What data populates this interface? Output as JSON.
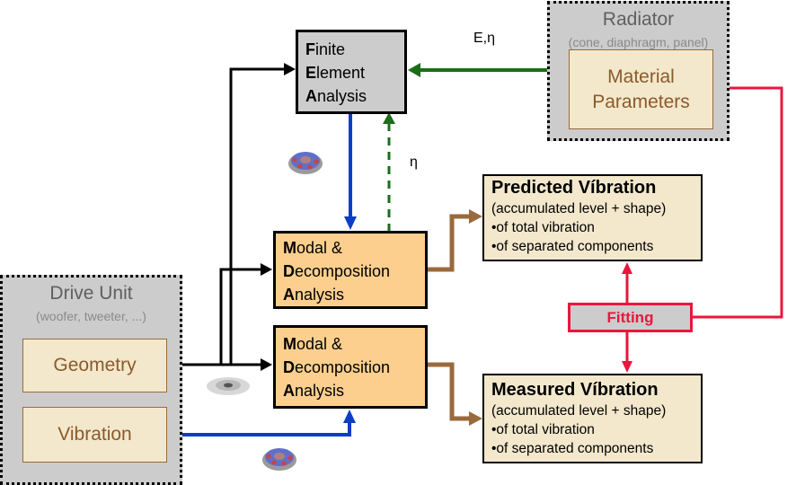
{
  "radiator": {
    "title": "Radiator",
    "subtitle": "(cone, diaphragm, panel)",
    "material_parameters": [
      "Material",
      "Parameters"
    ]
  },
  "drive_unit": {
    "title": "Drive Unit",
    "subtitle": "(woofer, tweeter, ...)",
    "geometry": "Geometry",
    "vibration": "Vibration"
  },
  "fea": {
    "lines": [
      {
        "initial": "F",
        "rest": "inite"
      },
      {
        "initial": "E",
        "rest": "lement"
      },
      {
        "initial": "A",
        "rest": "nalysis"
      }
    ]
  },
  "modal_top": {
    "lines": [
      {
        "initial": "M",
        "rest": "odal &"
      },
      {
        "initial": "D",
        "rest": "ecomposition"
      },
      {
        "initial": "A",
        "rest": "nalysis"
      }
    ]
  },
  "modal_bottom": {
    "lines": [
      {
        "initial": "M",
        "rest": "odal &"
      },
      {
        "initial": "D",
        "rest": "ecomposition"
      },
      {
        "initial": "A",
        "rest": "nalysis"
      }
    ]
  },
  "predicted": {
    "title": "Predicted Víbration",
    "lines": [
      "(accumulated level + shape)",
      "•of total vibration",
      "•of separated components"
    ]
  },
  "measured": {
    "title": "Measured Víbration",
    "lines": [
      "(accumulated level + shape)",
      "•of total vibration",
      "•of separated components"
    ]
  },
  "fitting": {
    "label": "Fitting"
  },
  "edge_labels": {
    "material_to_fea": "E,η",
    "modal_to_fea": "η"
  },
  "colors": {
    "green_arrow": "#1a6e1a",
    "blue_arrow": "#0a3ec8",
    "brown_arrow": "#9a6a3c",
    "red_arrow": "#e8173c",
    "black_arrow": "#000000"
  }
}
